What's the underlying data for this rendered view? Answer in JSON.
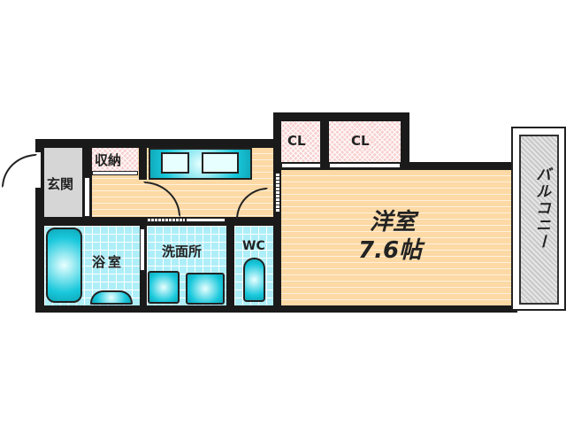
{
  "rooms": {
    "entrance": "玄関",
    "storage": "収納",
    "bath": "浴室",
    "washroom": "洗面所",
    "wc": "WC",
    "closet1": "CL",
    "closet2": "CL",
    "western_room": "洋室",
    "western_room_size": "7.6帖",
    "balcony": "バルコニー"
  }
}
